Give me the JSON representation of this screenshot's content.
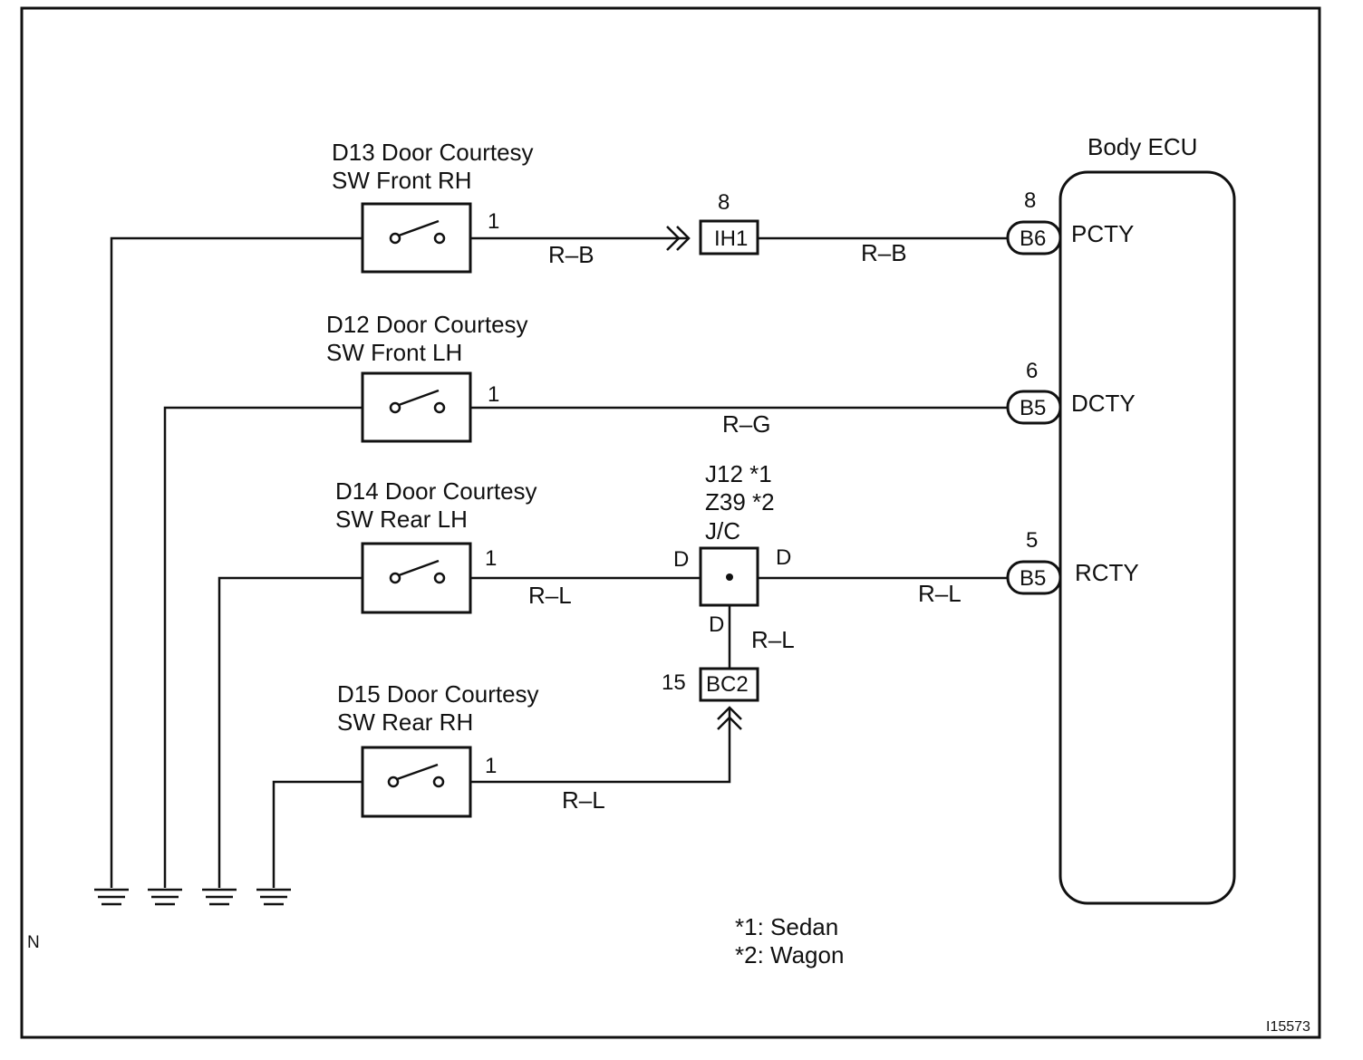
{
  "switches": [
    {
      "label_line1": "D13 Door Courtesy",
      "label_line2": "SW Front RH",
      "pin": "1",
      "wire": "R–B"
    },
    {
      "label_line1": "D12 Door Courtesy",
      "label_line2": "SW Front LH",
      "pin": "1",
      "wire": "R–G"
    },
    {
      "label_line1": "D14 Door Courtesy",
      "label_line2": "SW Rear LH",
      "pin": "1",
      "wire": "R–L"
    },
    {
      "label_line1": "D15 Door Courtesy",
      "label_line2": "SW Rear RH",
      "pin": "1",
      "wire": "R–L"
    }
  ],
  "connector_ih1": {
    "pin": "8",
    "name": "IH1",
    "wire_out": "R–B"
  },
  "junction": {
    "line1": "J12 *1",
    "line2": "Z39 *2",
    "line3": "J/C",
    "pin_left": "D",
    "pin_right": "D",
    "pin_bottom": "D",
    "wire_right": "R–L",
    "wire_down": "R–L"
  },
  "connector_bc2": {
    "pin": "15",
    "name": "BC2"
  },
  "ecu": {
    "title": "Body ECU",
    "terminals": [
      {
        "pin": "8",
        "connector": "B6",
        "name": "PCTY"
      },
      {
        "pin": "6",
        "connector": "B5",
        "name": "DCTY"
      },
      {
        "pin": "5",
        "connector": "B5",
        "name": "RCTY"
      }
    ]
  },
  "notes": [
    "*1: Sedan",
    "*2: Wagon"
  ],
  "corner_mark": "N",
  "figure_id": "I15573"
}
